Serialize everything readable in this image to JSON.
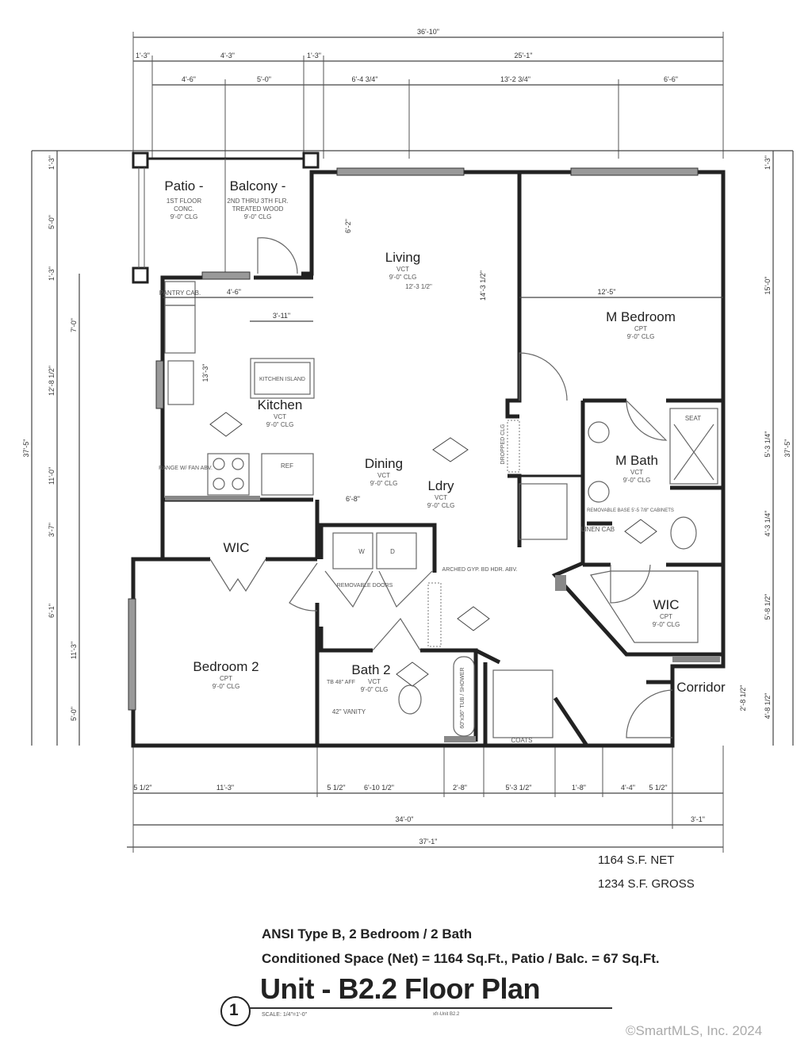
{
  "rooms": {
    "patio": {
      "name": "Patio -",
      "l1": "1ST FLOOR",
      "l2": "CONC.",
      "l3": "9'-0\" CLG"
    },
    "balcony": {
      "name": "Balcony -",
      "l1": "2ND THRU 3TH FLR.",
      "l2": "TREATED WOOD",
      "l3": "9'-0\" CLG"
    },
    "living": {
      "name": "Living",
      "l1": "VCT",
      "l2": "9'-0\" CLG",
      "l3": "12'-3 1/2\""
    },
    "kitchen": {
      "name": "Kitchen",
      "l1": "VCT",
      "l2": "9'-0\" CLG"
    },
    "dining": {
      "name": "Dining",
      "l1": "VCT",
      "l2": "9'-0\" CLG"
    },
    "ldry": {
      "name": "Ldry",
      "l1": "VCT",
      "l2": "9'-0\" CLG"
    },
    "m_bedroom": {
      "name": "M Bedroom",
      "l1": "CPT",
      "l2": "9'-0\" CLG"
    },
    "m_bath": {
      "name": "M Bath",
      "l1": "VCT",
      "l2": "9'-0\" CLG",
      "l3": "REMOVABLE BASE 5'-5 7/8\" CABINETS"
    },
    "wic_master": {
      "name": "WIC",
      "l1": "CPT",
      "l2": "9'-0\" CLG"
    },
    "wic_2": {
      "name": "WIC"
    },
    "bedroom_2": {
      "name": "Bedroom 2",
      "l1": "CPT",
      "l2": "9'-0\" CLG"
    },
    "bath_2": {
      "name": "Bath 2",
      "l1": "VCT",
      "l2": "9'-0\" CLG"
    },
    "corridor": {
      "name": "Corridor"
    }
  },
  "fixtures": {
    "pantry": "PANTRY CAB.",
    "island": "KITCHEN ISLAND",
    "range": "RANGE W/ FAN ABV.",
    "ref": "REF",
    "linen": "LINEN CAB",
    "seat": "SEAT",
    "tub": "60\"x36\" TUB / SHOWER",
    "vanity": "42\" VANITY",
    "coats": "COATS",
    "arched": "ARCHED GYP. BD HDR. ABV.",
    "removable_doors": "REMOVABLE DOORS",
    "dropped_clg": "DROPPED CLG",
    "tb": "TB 48\" AFF",
    "washer": "W",
    "dryer": "D"
  },
  "dimensions": {
    "top": [
      "36'-10\"",
      "1'-3\"",
      "4'-3\"",
      "1'-3\"",
      "25'-1\"",
      "4'-6\"",
      "5'-0\"",
      "6'-4 3/4\"",
      "13'-2 3/4\"",
      "6'-6\""
    ],
    "bottom": [
      "5 1/2\"",
      "11'-3\"",
      "5 1/2\"",
      "6'-10 1/2\"",
      "2'-8\"",
      "5'-3 1/2\"",
      "1'-8\"",
      "4'-4\"",
      "5 1/2\"",
      "34'-0\"",
      "3'-1\"",
      "37'-1\""
    ],
    "left": [
      "1'-3\"",
      "5'-0\"",
      "1'-3\"",
      "7'-0\"",
      "12'-8 1/2\"",
      "11'-0\"",
      "3'-7\"",
      "6'-1\"",
      "11'-3\"",
      "5'-0\"",
      "37'-5\""
    ],
    "right": [
      "1'-3\"",
      "15'-0\"",
      "5'-3 1/4\"",
      "4'-3 1/4\"",
      "5'-8 1/2\"",
      "2'-8 1/2\"",
      "4'-8 1/2\"",
      "37'-5\""
    ],
    "interior": [
      "4'-6\"",
      "3'-11\"",
      "12'-5\"",
      "14'-3 1/2\"",
      "13'-3\"",
      "6'-8\"",
      "6'-2\""
    ]
  },
  "area": {
    "net": "1164 S.F. NET",
    "gross": "1234 S.F. GROSS"
  },
  "title_block": {
    "line1": "ANSI Type B, 2 Bedroom / 2 Bath",
    "line2": "Conditioned Space (Net) = 1164 Sq.Ft., Patio / Balc. = 67 Sq.Ft.",
    "title": "Unit - B2.2  Floor Plan",
    "number": "1",
    "scale": "SCALE: 1/4\"=1'-0\"",
    "ref": "xfr-Unit B2.2"
  },
  "copyright": "©SmartMLS, Inc.  2024"
}
